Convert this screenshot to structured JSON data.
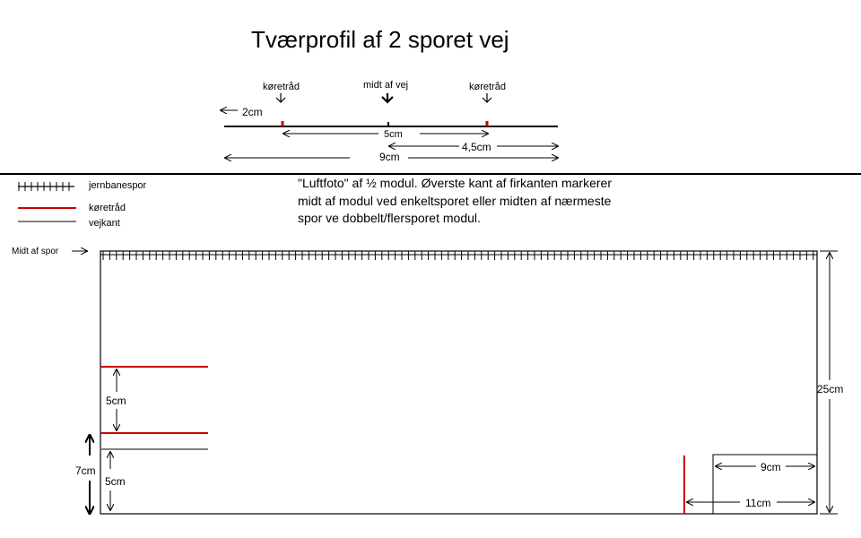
{
  "title": "Tværprofil af 2 sporet vej",
  "profile": {
    "label_left": "køretråd",
    "label_mid": "midt af vej",
    "label_right": "køretråd",
    "dim_2cm": "2cm",
    "dim_5cm": "5cm",
    "dim_45cm": "4,5cm",
    "dim_9cm": "9cm"
  },
  "legend": {
    "items": [
      {
        "label": "jernbanespor",
        "style": "track"
      },
      {
        "label": "køretråd",
        "style": "line",
        "color": "#cc0000"
      },
      {
        "label": "vejkant",
        "style": "line",
        "color": "#808080"
      }
    ]
  },
  "note": {
    "lines": [
      "\"Luftfoto\" af ½ modul. Øverste kant af firkanten markerer",
      "midt af modul ved enkeltsporet eller midten af nærmeste",
      "spor ve dobbelt/flersporet modul."
    ]
  },
  "plan": {
    "track_label": "Midt af spor",
    "dim_5cm_upper": "5cm",
    "dim_5cm_lower": "5cm",
    "dim_7cm": "7cm",
    "dim_25cm": "25cm",
    "dim_9cm": "9cm",
    "dim_11cm": "11cm"
  },
  "colors": {
    "red": "#cc0000",
    "gray": "#808080",
    "ink": "#000000"
  }
}
